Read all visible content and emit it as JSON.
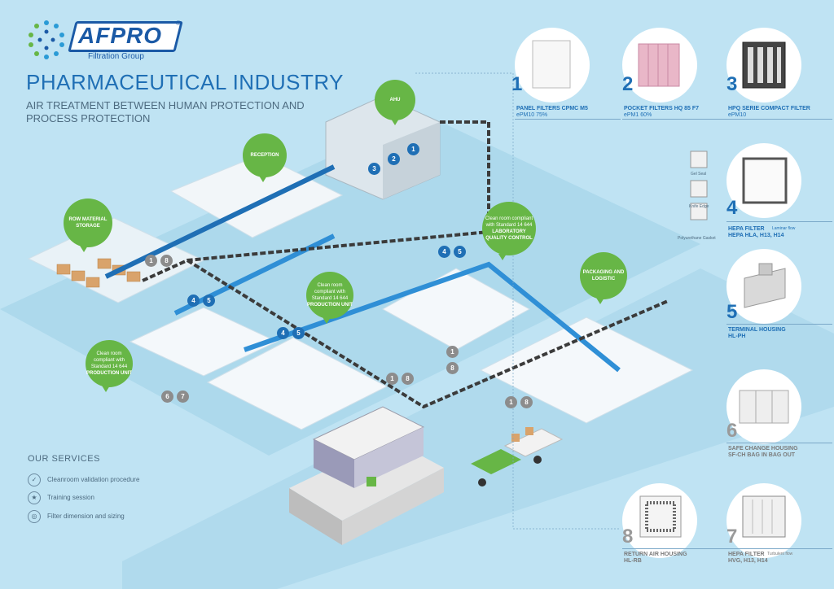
{
  "brand": {
    "name": "AFPRO",
    "tagline": "Filtration Group",
    "mark": "®"
  },
  "title": "PHARMACEUTICAL INDUSTRY",
  "subtitle": "AIR TREATMENT BETWEEN HUMAN PROTECTION AND PROCESS PROTECTION",
  "services": {
    "heading": "OUR SERVICES",
    "items": [
      {
        "label": "Cleanroom validation procedure",
        "icon": "checklist-icon"
      },
      {
        "label": "Training session",
        "icon": "certificate-icon"
      },
      {
        "label": "Filter dimension and sizing",
        "icon": "target-icon"
      }
    ]
  },
  "zones": [
    {
      "title": "AHU",
      "text": ""
    },
    {
      "title": "RECEPTION",
      "text": ""
    },
    {
      "title": "ROW MATERIAL STORAGE",
      "text": ""
    },
    {
      "title": "PRODUCTION UNIT",
      "text": "Clean room compliant with Standard 14 644"
    },
    {
      "title": "PRODUCTION UNIT",
      "text": "Clean room compliant with Standard 14 644"
    },
    {
      "title": "LABORATORY QUALITY CONTROL",
      "text": "Clean room compliant with Standard 14 644"
    },
    {
      "title": "PACKAGING AND LOGISTIC",
      "text": ""
    }
  ],
  "products": [
    {
      "num": "1",
      "name": "PANEL FILTERS CPMC M5",
      "spec": "ePM10 75%"
    },
    {
      "num": "2",
      "name": "POCKET FILTERS HQ 85 F7",
      "spec": "ePM1 60%"
    },
    {
      "num": "3",
      "name": "HPQ SERIE COMPACT FILTER",
      "spec": "ePM10"
    },
    {
      "num": "4",
      "name": "HEPA FILTER",
      "spec": "Laminar flow",
      "spec2": "HEPA HLA, H13, H14"
    },
    {
      "num": "5",
      "name": "TERMINAL HOUSING",
      "spec": "HL-PH"
    },
    {
      "num": "6",
      "name": "SAFE CHANGE HOUSING",
      "spec": "SF-CH BAG IN BAG OUT"
    },
    {
      "num": "7",
      "name": "HEPA FILTER",
      "spec": "Turbulent flow",
      "spec2": "HVG, H13, H14"
    },
    {
      "num": "8",
      "name": "RETURN AIR HOUSING",
      "spec": "HL-RB"
    }
  ],
  "gaskets": [
    "Gel Seal",
    "Knife Edge",
    "Polyurethane Gasket"
  ],
  "badges": {
    "ahu": [
      "3",
      "2",
      "1"
    ],
    "pairs": [
      "1",
      "8",
      "4",
      "5",
      "6",
      "7"
    ]
  },
  "colors": {
    "accent": "#1f6fb5",
    "green": "#67b646",
    "background": "#bfe3f3",
    "duct": "#3b3b3b"
  }
}
